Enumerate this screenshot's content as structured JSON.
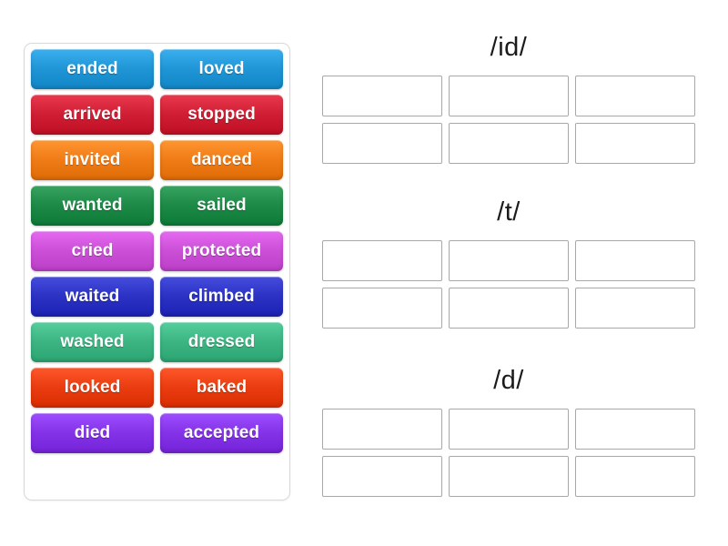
{
  "activity": {
    "type": "drag-and-drop-sorting",
    "word_bank": {
      "rows": [
        {
          "left": {
            "label": "ended",
            "color": "#2196d6"
          },
          "right": {
            "label": "loved",
            "color": "#2196d6"
          }
        },
        {
          "left": {
            "label": "arrived",
            "color": "#d01f34"
          },
          "right": {
            "label": "stopped",
            "color": "#d01f34"
          }
        },
        {
          "left": {
            "label": "invited",
            "color": "#f07c17"
          },
          "right": {
            "label": "danced",
            "color": "#f07c17"
          }
        },
        {
          "left": {
            "label": "wanted",
            "color": "#1e8a47"
          },
          "right": {
            "label": "sailed",
            "color": "#1e8a47"
          }
        },
        {
          "left": {
            "label": "cried",
            "color": "#cc4fd8"
          },
          "right": {
            "label": "protected",
            "color": "#cc4fd8"
          }
        },
        {
          "left": {
            "label": "waited",
            "color": "#2b32c4"
          },
          "right": {
            "label": "climbed",
            "color": "#2b32c4"
          }
        },
        {
          "left": {
            "label": "washed",
            "color": "#3cb583"
          },
          "right": {
            "label": "dressed",
            "color": "#3cb583"
          }
        },
        {
          "left": {
            "label": "looked",
            "color": "#ea3d11"
          },
          "right": {
            "label": "baked",
            "color": "#ea3d11"
          }
        },
        {
          "left": {
            "label": "died",
            "color": "#8433e8"
          },
          "right": {
            "label": "accepted",
            "color": "#8433e8"
          }
        }
      ]
    },
    "categories": [
      {
        "title": "/id/",
        "slots": [
          {
            "value": ""
          },
          {
            "value": ""
          },
          {
            "value": ""
          },
          {
            "value": ""
          },
          {
            "value": ""
          },
          {
            "value": ""
          }
        ]
      },
      {
        "title": "/t/",
        "slots": [
          {
            "value": ""
          },
          {
            "value": ""
          },
          {
            "value": ""
          },
          {
            "value": ""
          },
          {
            "value": ""
          },
          {
            "value": ""
          }
        ]
      },
      {
        "title": "/d/",
        "slots": [
          {
            "value": ""
          },
          {
            "value": ""
          },
          {
            "value": ""
          },
          {
            "value": ""
          },
          {
            "value": ""
          },
          {
            "value": ""
          }
        ]
      }
    ]
  },
  "theme": {
    "page_background": "#ffffff",
    "panel_background": "#ffffff",
    "panel_border": "#d8d8d8",
    "slot_border": "#a8a8a8",
    "heading_color": "#1b1b1b",
    "tile_text_color": "#ffffff"
  }
}
